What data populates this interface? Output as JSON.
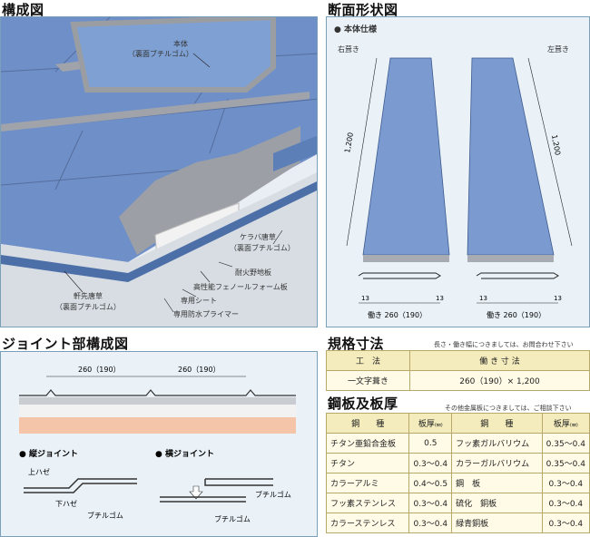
{
  "sections": {
    "composition_title": "構成図",
    "cross_section_title": "断面形状図",
    "joint_title": "ジョイント部構成図",
    "spec_title": "規格寸法",
    "steel_title": "鋼板及板厚"
  },
  "composition": {
    "labels": {
      "body": "本体",
      "body_sub": "（裏面ブチルゴム）",
      "kerabakarakusa": "ケラバ唐草",
      "kerabakarakusa_sub": "（裏面ブチルゴム）",
      "fireproof_board": "耐火野地板",
      "phenol_board": "高性能フェノールフォーム板",
      "sheet": "専用シート",
      "primer": "専用防水プライマー",
      "nokisaki": "軒先唐草",
      "nokisaki_sub": "（裏面ブチルゴム）"
    }
  },
  "cross_section": {
    "bullet": "● 本体仕様",
    "right": "右葺き",
    "left": "左葺き",
    "length": "1,200",
    "dim13": "13",
    "width_label": "働き 260（190）"
  },
  "joint": {
    "dim1": "260（190）",
    "dim2": "260（190）",
    "vertical": "● 縦ジョイント",
    "horizontal": "● 横ジョイント",
    "upper": "上ハゼ",
    "lower": "下ハゼ",
    "butyl": "ブチルゴム"
  },
  "spec": {
    "note": "長さ・働き幅につきましては、お問合わせ下さい",
    "headers": [
      "工　法",
      "働 き 寸 法"
    ],
    "rows": [
      [
        "一文字葺き",
        "260（190）× 1,200"
      ]
    ]
  },
  "steel": {
    "note": "その他金属板につきましては、ご相談下さい",
    "headers": [
      "鋼　　種",
      "板厚",
      "鋼　　種",
      "板厚"
    ],
    "unit": "(㎜)",
    "rows": [
      [
        "チタン亜鉛合金板",
        "0.5",
        "フッ素ガルバリウム",
        "0.35〜0.4"
      ],
      [
        "チタン",
        "0.3〜0.4",
        "カラーガルバリウム",
        "0.35〜0.4"
      ],
      [
        "カラーアルミ",
        "0.4〜0.5",
        "鋼　板",
        "0.3〜0.4"
      ],
      [
        "フッ素ステンレス",
        "0.3〜0.4",
        "硫化　銅板",
        "0.3〜0.4"
      ],
      [
        "カラーステンレス",
        "0.3〜0.4",
        "緑青銅板",
        "0.3〜0.4"
      ]
    ]
  }
}
